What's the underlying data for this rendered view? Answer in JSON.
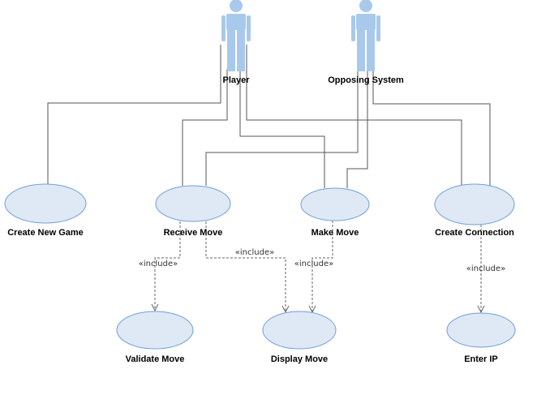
{
  "diagram": {
    "actors": [
      {
        "id": "player",
        "label": "Player"
      },
      {
        "id": "opposing",
        "label": "Opposing System"
      }
    ],
    "use_cases": [
      {
        "id": "create_new_game",
        "label": "Create New Game"
      },
      {
        "id": "receive_move",
        "label": "Receive Move"
      },
      {
        "id": "make_move",
        "label": "Make Move"
      },
      {
        "id": "create_connection",
        "label": "Create Connection"
      },
      {
        "id": "validate_move",
        "label": "Validate Move"
      },
      {
        "id": "display_move",
        "label": "Display Move"
      },
      {
        "id": "enter_ip",
        "label": "Enter IP"
      }
    ],
    "associations": [
      {
        "from": "player",
        "to": "create_new_game"
      },
      {
        "from": "player",
        "to": "receive_move"
      },
      {
        "from": "player",
        "to": "make_move"
      },
      {
        "from": "player",
        "to": "create_connection"
      },
      {
        "from": "opposing",
        "to": "receive_move"
      },
      {
        "from": "opposing",
        "to": "make_move"
      },
      {
        "from": "opposing",
        "to": "create_connection"
      }
    ],
    "includes": [
      {
        "from": "receive_move",
        "to": "validate_move",
        "label": "«include»"
      },
      {
        "from": "receive_move",
        "to": "display_move",
        "label": "«include»"
      },
      {
        "from": "make_move",
        "to": "display_move",
        "label": "«include»"
      },
      {
        "from": "create_connection",
        "to": "enter_ip",
        "label": "«include»"
      }
    ]
  }
}
